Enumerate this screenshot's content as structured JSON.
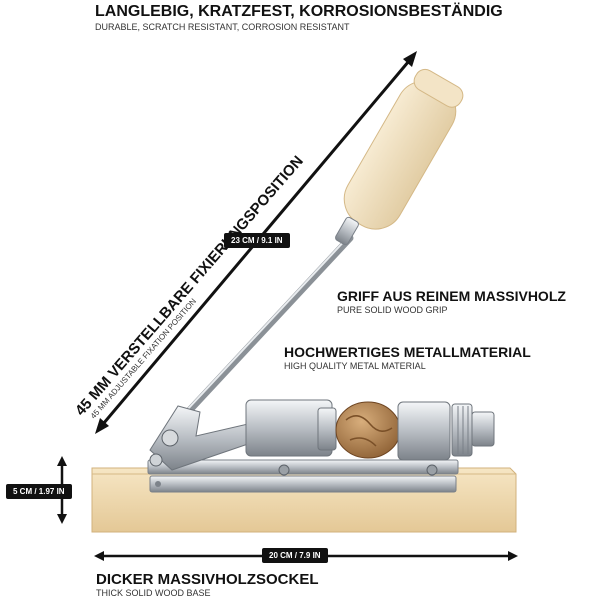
{
  "top": {
    "title": "LANGLEBIG, KRATZFEST, KORROSIONSBESTÄNDIG",
    "subtitle": "DURABLE, SCRATCH RESISTANT, CORROSION RESISTANT"
  },
  "diagonal": {
    "title": "45 MM VERSTELLBARE FIXIERUNGSPOSITION",
    "subtitle": "45 MM ADJUSTABLE FIXATION POSITION"
  },
  "grip": {
    "title": "GRIFF AUS REINEM MASSIVHOLZ",
    "subtitle": "PURE SOLID WOOD GRIP"
  },
  "metal": {
    "title": "HOCHWERTIGES METALLMATERIAL",
    "subtitle": "HIGH QUALITY METAL MATERIAL"
  },
  "base": {
    "title": "DICKER MASSIVHOLZSOCKEL",
    "subtitle": "THICK SOLID WOOD BASE"
  },
  "dimensions": {
    "length": "23 CM / 9.1 IN",
    "height": "5 CM / 1.97 IN",
    "width": "20 CM / 7.9 IN"
  },
  "colors": {
    "wood": "#f0dcb4",
    "steel": "#c8ccd0",
    "walnut": "#b88a5a",
    "label": "#111111"
  }
}
